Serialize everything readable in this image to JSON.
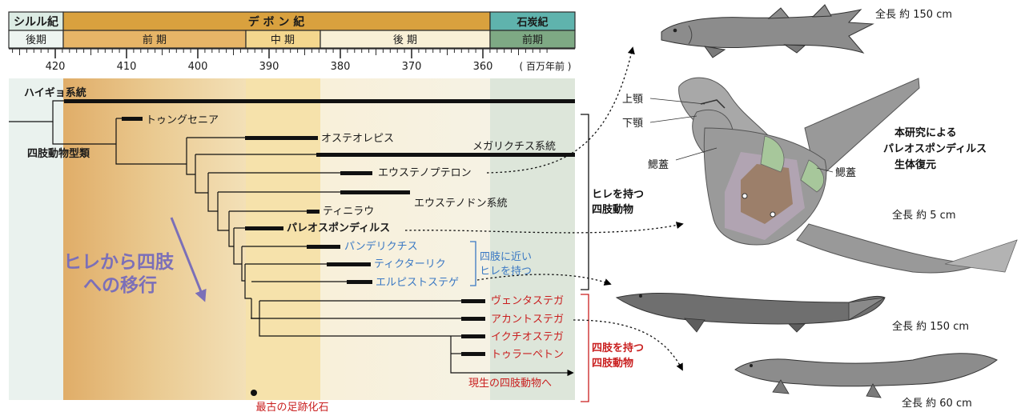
{
  "periods": {
    "silurian": {
      "name": "シルル紀",
      "sub": "後期"
    },
    "devonian": {
      "name": "デ ボ ン 紀",
      "early": "前 期",
      "middle": "中 期",
      "late": "後 期"
    },
    "carboniferous": {
      "name": "石炭紀",
      "sub": "前期"
    }
  },
  "time_axis": {
    "ticks": [
      "420",
      "410",
      "400",
      "390",
      "380",
      "370",
      "360"
    ],
    "unit": "( 百万年前 )"
  },
  "taxa": {
    "lungfish": "ハイギョ系統",
    "tetrapodomorph": "四肢動物型類",
    "kenichthys": "トゥングセニア",
    "osteolepis": "オステオレピス",
    "megalichthys": "メガリクチス系統",
    "eusthenopteron": "エウステノプテロン",
    "eusthenodon": "エウステノドン系統",
    "tinirau": "ティニラウ",
    "palaeospondylus": "パレオスポンディルス",
    "panderichthys": "パンデリクチス",
    "tiktaalik": "ティクターリク",
    "elpistostege": "エルピストステゲ",
    "ventastega": "ヴェンタステガ",
    "acanthostega": "アカントステガ",
    "ichthyostega": "イクチオステガ",
    "tulerpeton": "トゥラーペトン",
    "modern": "現生の四肢動物へ"
  },
  "labels": {
    "transition_line1": "ヒレから四肢",
    "transition_line2": "への移行",
    "near_limb_line1": "四肢に近い",
    "near_limb_line2": "ヒレを持つ",
    "fin_tetra_line1": "ヒレを持つ",
    "fin_tetra_line2": "四肢動物",
    "limb_tetra_line1": "四肢を持つ",
    "limb_tetra_line2": "四肢動物",
    "footprint": "最古の足跡化石",
    "upper_jaw": "上顎",
    "lower_jaw": "下顎",
    "gill_cover_left": "鰓蓋",
    "gill_cover_right": "鰓蓋",
    "study_line1": "本研究による",
    "study_line2": "パレオスポンディルス",
    "study_line3": "生体復元",
    "size_top": "全長 約 150 cm",
    "size_palaeo": "全長 約 5 cm",
    "size_mid": "全長 約 150 cm",
    "size_bottom": "全長 約 60 cm"
  },
  "colors": {
    "silurian": "#e8f1ec",
    "early_devonian": "#e5ba77",
    "middle_devonian": "#f5dea1",
    "late_devonian": "#f7f0da",
    "carboniferous": "#dbe5d8",
    "blue_text": "#3a78c3",
    "red_text": "#c91f1f",
    "purple_arrow": "#7b6fb8"
  }
}
